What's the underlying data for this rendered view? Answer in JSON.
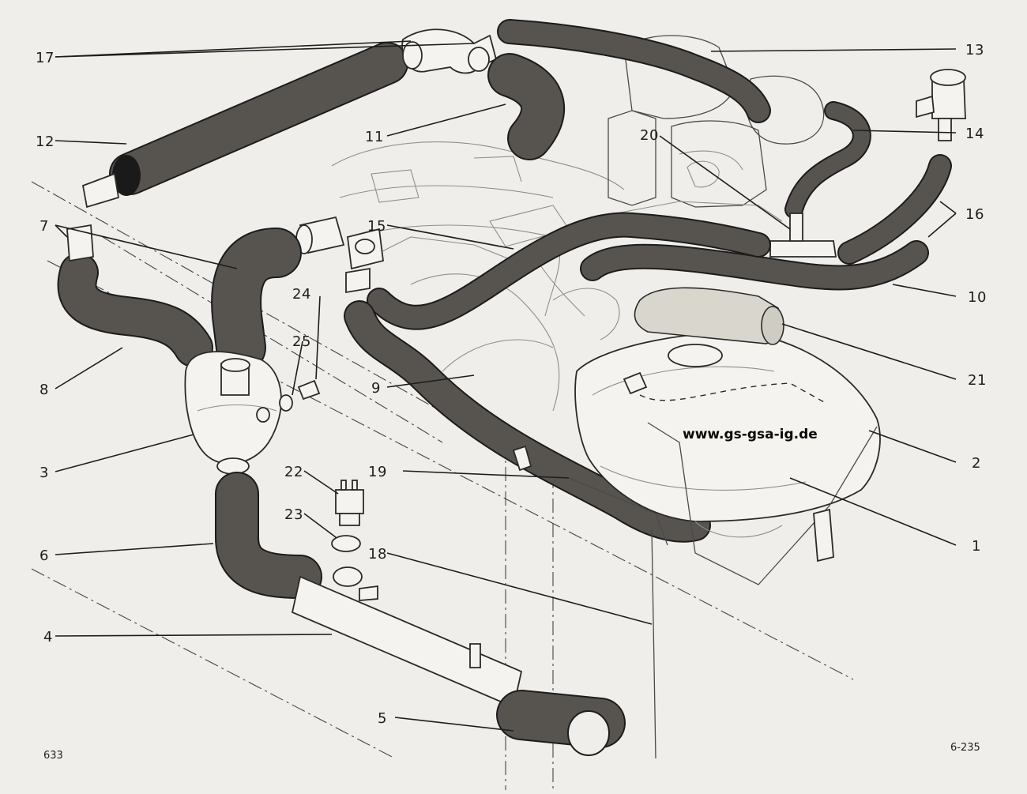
{
  "watermark": "www.gs-gsa-ig.de",
  "figure_number": "633",
  "page_reference": "6-235",
  "callouts": {
    "c1": "1",
    "c2": "2",
    "c3": "3",
    "c4": "4",
    "c5": "5",
    "c6": "6",
    "c7": "7",
    "c8": "8",
    "c9": "9",
    "c10": "10",
    "c11": "11",
    "c12": "12",
    "c13": "13",
    "c14": "14",
    "c15": "15",
    "c16": "16",
    "c17": "17",
    "c18": "18",
    "c19": "19",
    "c20": "20",
    "c21": "21",
    "c22": "22",
    "c23": "23",
    "c24": "24",
    "c25": "25"
  },
  "colors": {
    "paper": "#efeeea",
    "hose": "#57544f",
    "ink": "#1e1e1e"
  }
}
